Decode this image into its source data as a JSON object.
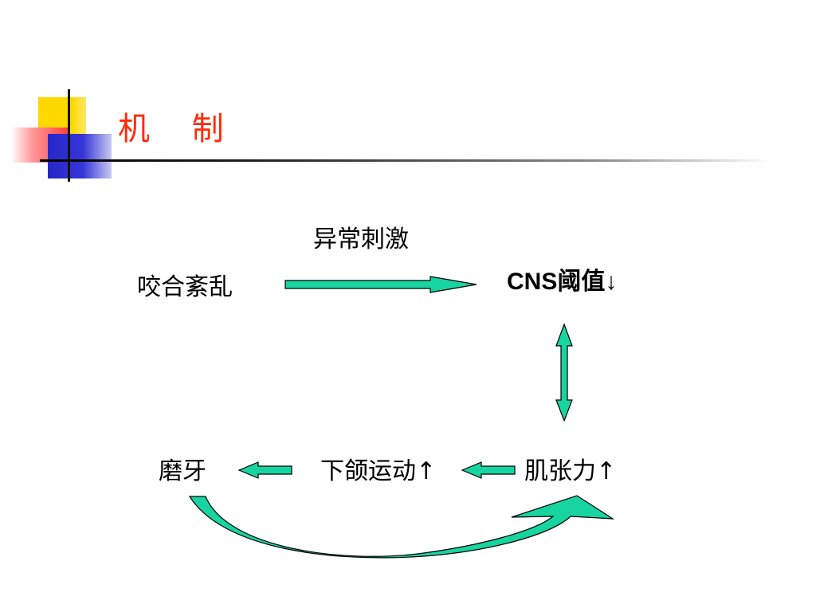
{
  "title": "机 制",
  "nodes": {
    "malocclusion": "咬合紊乱",
    "abnormal_stimulus": "异常刺激",
    "cns_threshold": "CNS阈值↓",
    "muscle_tension": "肌张力↑",
    "jaw_movement": "下颌运动↑",
    "bruxism": "磨牙"
  },
  "colors": {
    "title": "#ff2a0a",
    "arrow_fill": "#18d4a0",
    "arrow_stroke": "#000000"
  }
}
